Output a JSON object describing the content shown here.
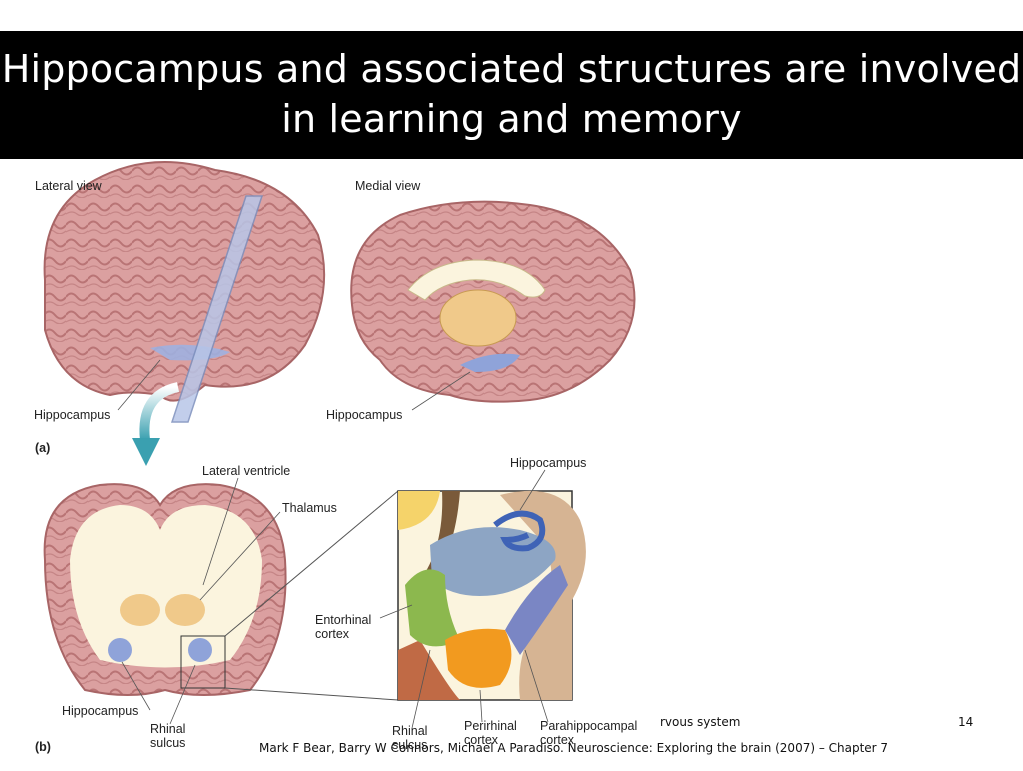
{
  "slide": {
    "title": "Hippocampus and associated structures are involved in learning and memory",
    "slide_number": "14",
    "footer_fragment": "rvous system",
    "citation": "Mark F Bear, Barry W Connors, Michael A Paradiso. Neuroscience: Exploring the brain (2007) – Chapter 7"
  },
  "figure": {
    "lateral_view": "Lateral view",
    "medial_view": "Medial view",
    "panel_a": "(a)",
    "panel_b": "(b)",
    "hippocampus_lateral": "Hippocampus",
    "hippocampus_medial": "Hippocampus",
    "lateral_ventricle": "Lateral ventricle",
    "thalamus": "Thalamus",
    "hippocampus_inset": "Hippocampus",
    "entorhinal_cortex": "Entorhinal cortex",
    "hippocampus_coronal": "Hippocampus",
    "rhinal_sulcus_left": "Rhinal sulcus",
    "rhinal_sulcus_inset": "Rhinal sulcus",
    "perirhinal_cortex": "Perirhinal cortex",
    "parahippocampal_cortex": "Parahippocampal cortex"
  },
  "colors": {
    "brain": "#d99a9a",
    "brain_dark": "#b86f70",
    "hippocampus": "#8fa3d9",
    "thalamus": "#f0c98a",
    "entorhinal": "#8cb84e",
    "perirhinal": "#f29a1f",
    "parahippocampal": "#7a86c4",
    "hippocampus_inset": "#8da5c4",
    "tan": "#d6b493",
    "cream": "#fbf4de",
    "yellow": "#f5d36a",
    "brown": "#7a5a3a",
    "rust": "#c06a45"
  }
}
